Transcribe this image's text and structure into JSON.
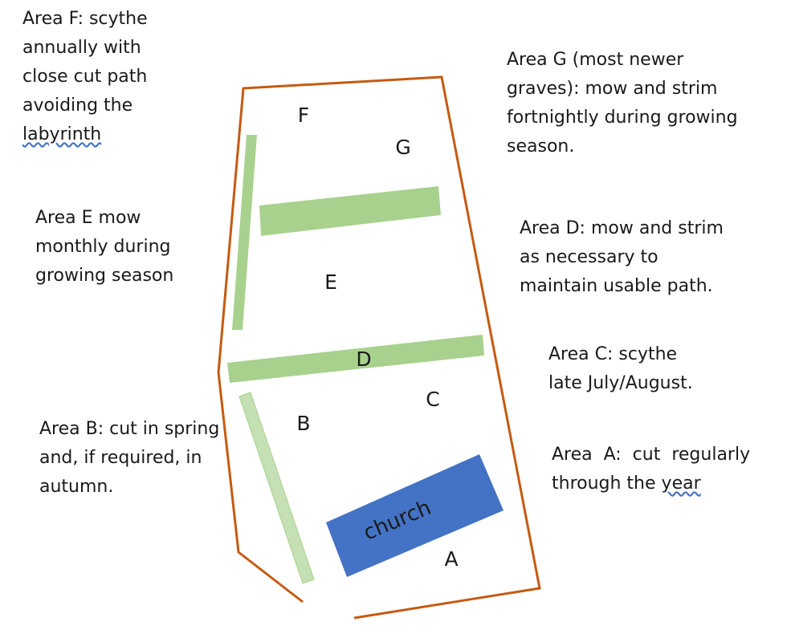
{
  "colors": {
    "boundary": "#c55a11",
    "path_green": "#a9d18e",
    "path_green_light": "#c5e0b4",
    "church_blue": "#4472c4",
    "spellcheck_underline": "#4472c4"
  },
  "area_letters": {
    "a": "A",
    "b": "B",
    "c": "C",
    "d": "D",
    "e": "E",
    "f": "F",
    "g": "G"
  },
  "church_label": "church",
  "notes": {
    "f": {
      "lines": [
        "Area F: scythe",
        "annually with",
        "close cut path",
        "avoiding the"
      ],
      "last_word": "labyrinth"
    },
    "g": {
      "lines": [
        "Area G (most newer",
        "graves): mow and strim",
        "fortnightly during growing",
        "season."
      ]
    },
    "e": {
      "lines": [
        "Area E mow",
        "monthly during",
        "growing season"
      ]
    },
    "d": {
      "lines": [
        "Area D: mow and strim",
        "as necessary to",
        "maintain usable path."
      ]
    },
    "c": {
      "lines": [
        "Area C: scythe",
        "late July/August."
      ]
    },
    "b": {
      "lines": [
        "Area B: cut in spring",
        "and, if required, in",
        "autumn."
      ]
    },
    "a": {
      "line1": "Area  A:  cut  regularly",
      "line2_prefix": "through the ",
      "line2_word": "year"
    }
  }
}
